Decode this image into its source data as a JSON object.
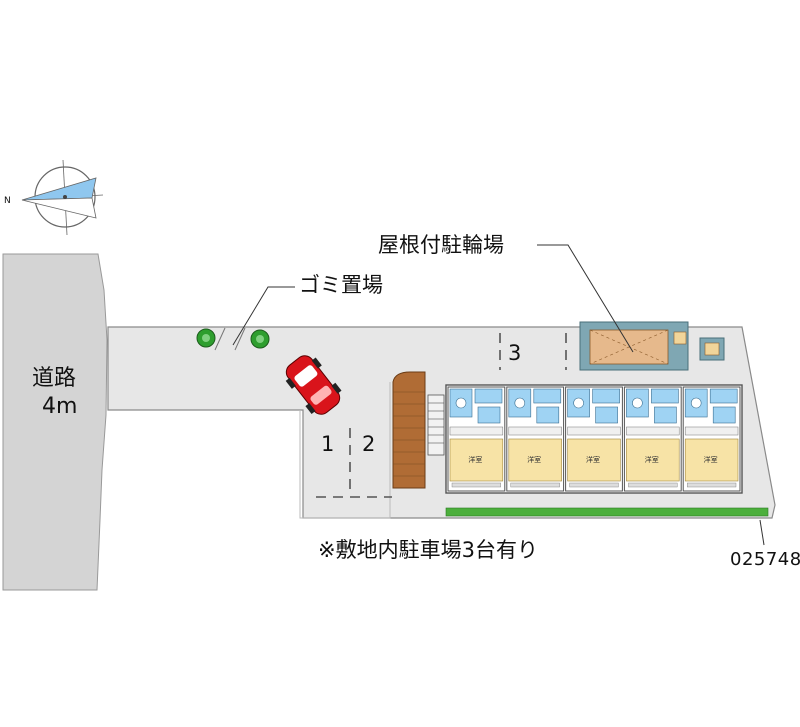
{
  "compass": {
    "north_label": "N"
  },
  "road": {
    "name": "道路",
    "width": "4m"
  },
  "labels": {
    "garbage": "ゴミ置場",
    "bicycle": "屋根付駐輪場"
  },
  "parking": {
    "spaces": [
      "1",
      "2",
      "3"
    ]
  },
  "note": "※敷地内駐車場3台有り",
  "property_id": "025748",
  "units": {
    "count": 5,
    "room_label": "洋室"
  },
  "colors": {
    "road": "#d4d4d4",
    "lot": "#e4e4e4",
    "bathroom": "#9fd3f3",
    "room": "#f7e3a6",
    "walkway": "#b06c35",
    "hedge": "#4caf3c",
    "car": "#d9141b",
    "bike_shelter": "#e6b98c"
  }
}
